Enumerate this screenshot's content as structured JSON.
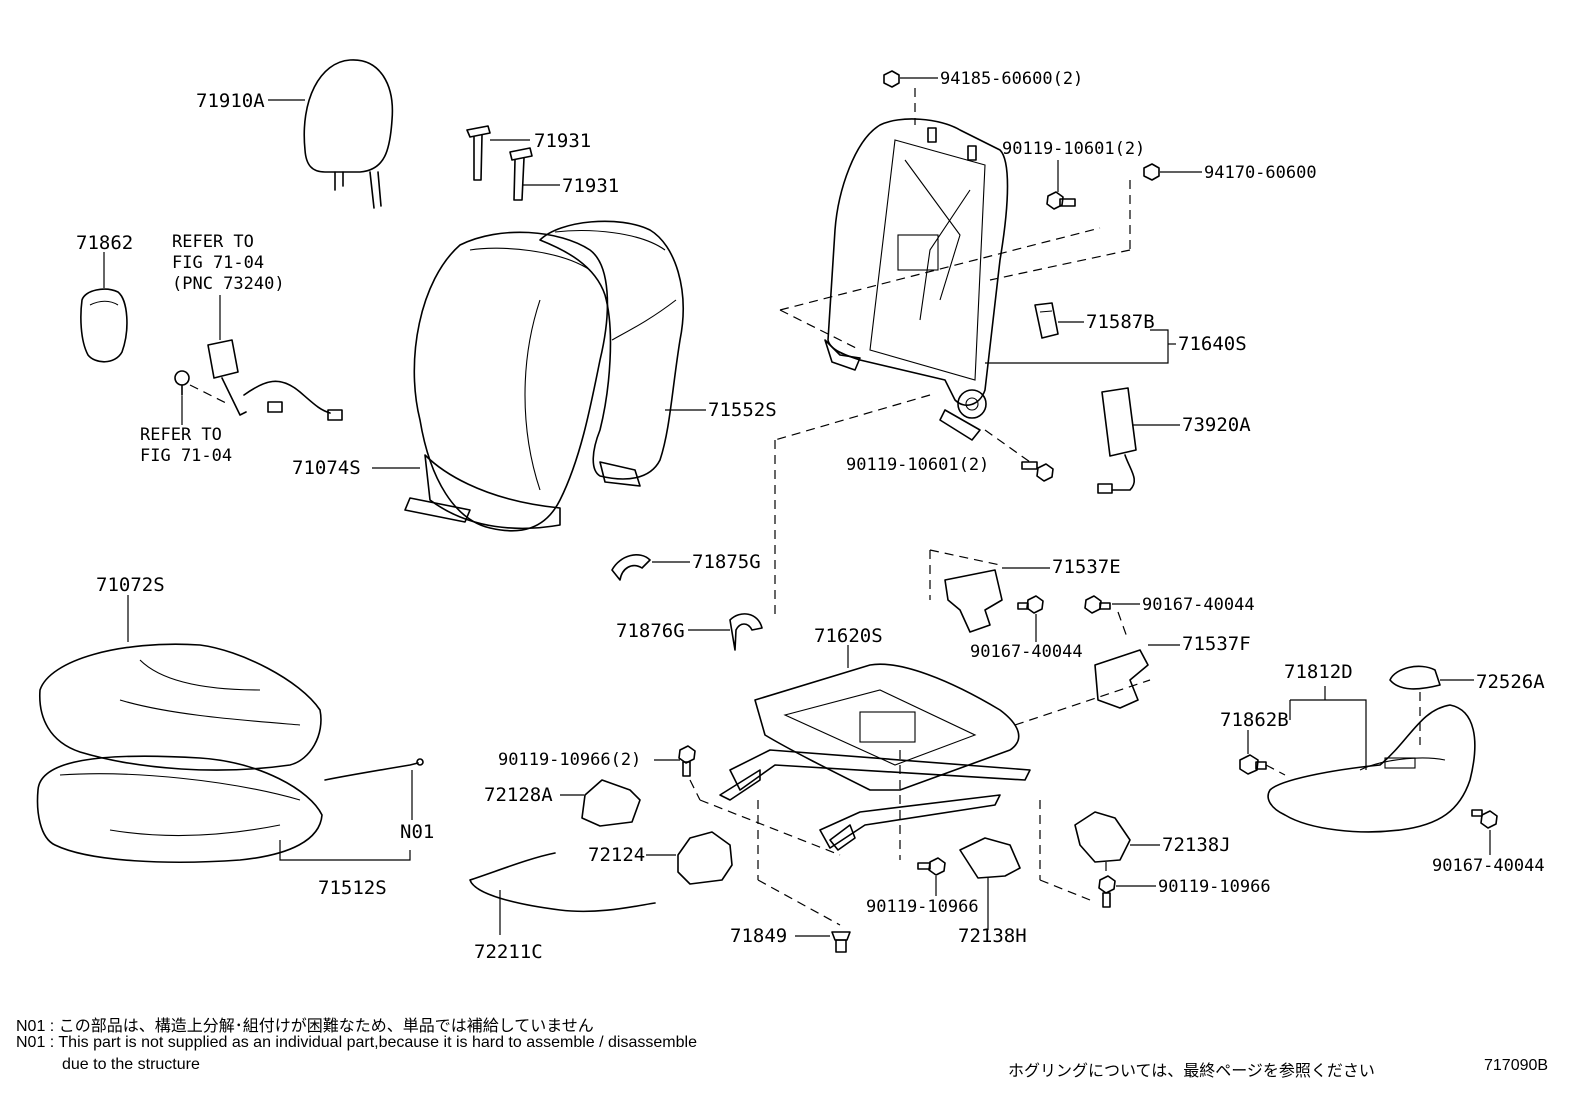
{
  "parts": {
    "p71910A": "71910A",
    "p71931a": "71931",
    "p71931b": "71931",
    "p71862": "71862",
    "refer1_line1": "REFER TO",
    "refer1_line2": "FIG 71-04",
    "refer1_line3": "(PNC 73240)",
    "refer2_line1": "REFER TO",
    "refer2_line2": "FIG 71-04",
    "p71552S": "71552S",
    "p71074S": "71074S",
    "p94185": "94185-60600(2)",
    "p90119_10601a": "90119-10601(2)",
    "p94170": "94170-60600",
    "p71587B": "71587B",
    "p71640S": "71640S",
    "p73920A": "73920A",
    "p90119_10601b": "90119-10601(2)",
    "p71875G": "71875G",
    "p71876G": "71876G",
    "p71072S": "71072S",
    "p71620S": "71620S",
    "p71537E": "71537E",
    "p90167_40044a": "90167-40044",
    "p90167_40044b": "90167-40044",
    "p71537F": "71537F",
    "p71812D": "71812D",
    "p72526A": "72526A",
    "p71862B": "71862B",
    "p90167_40044c": "90167-40044",
    "p90119_10966a": "90119-10966(2)",
    "p72128A": "72128A",
    "p72124": "72124",
    "p72211C": "72211C",
    "p71849": "71849",
    "p90119_10966b": "90119-10966",
    "p72138H": "72138H",
    "p72138J": "72138J",
    "p90119_10966c": "90119-10966",
    "pN01": "N01",
    "p71512S": "71512S"
  },
  "notes": {
    "n01_jp": "N01 : この部品は、構造上分解･組付けが困難なため、単品では補給していません",
    "n01_en_1": "N01 : This part is not supplied as an individual part,because it is hard to assemble / disassemble",
    "n01_en_2": "due to the structure",
    "hogring": "ホグリングについては、最終ページを参照ください",
    "figure_code": "717090B"
  }
}
